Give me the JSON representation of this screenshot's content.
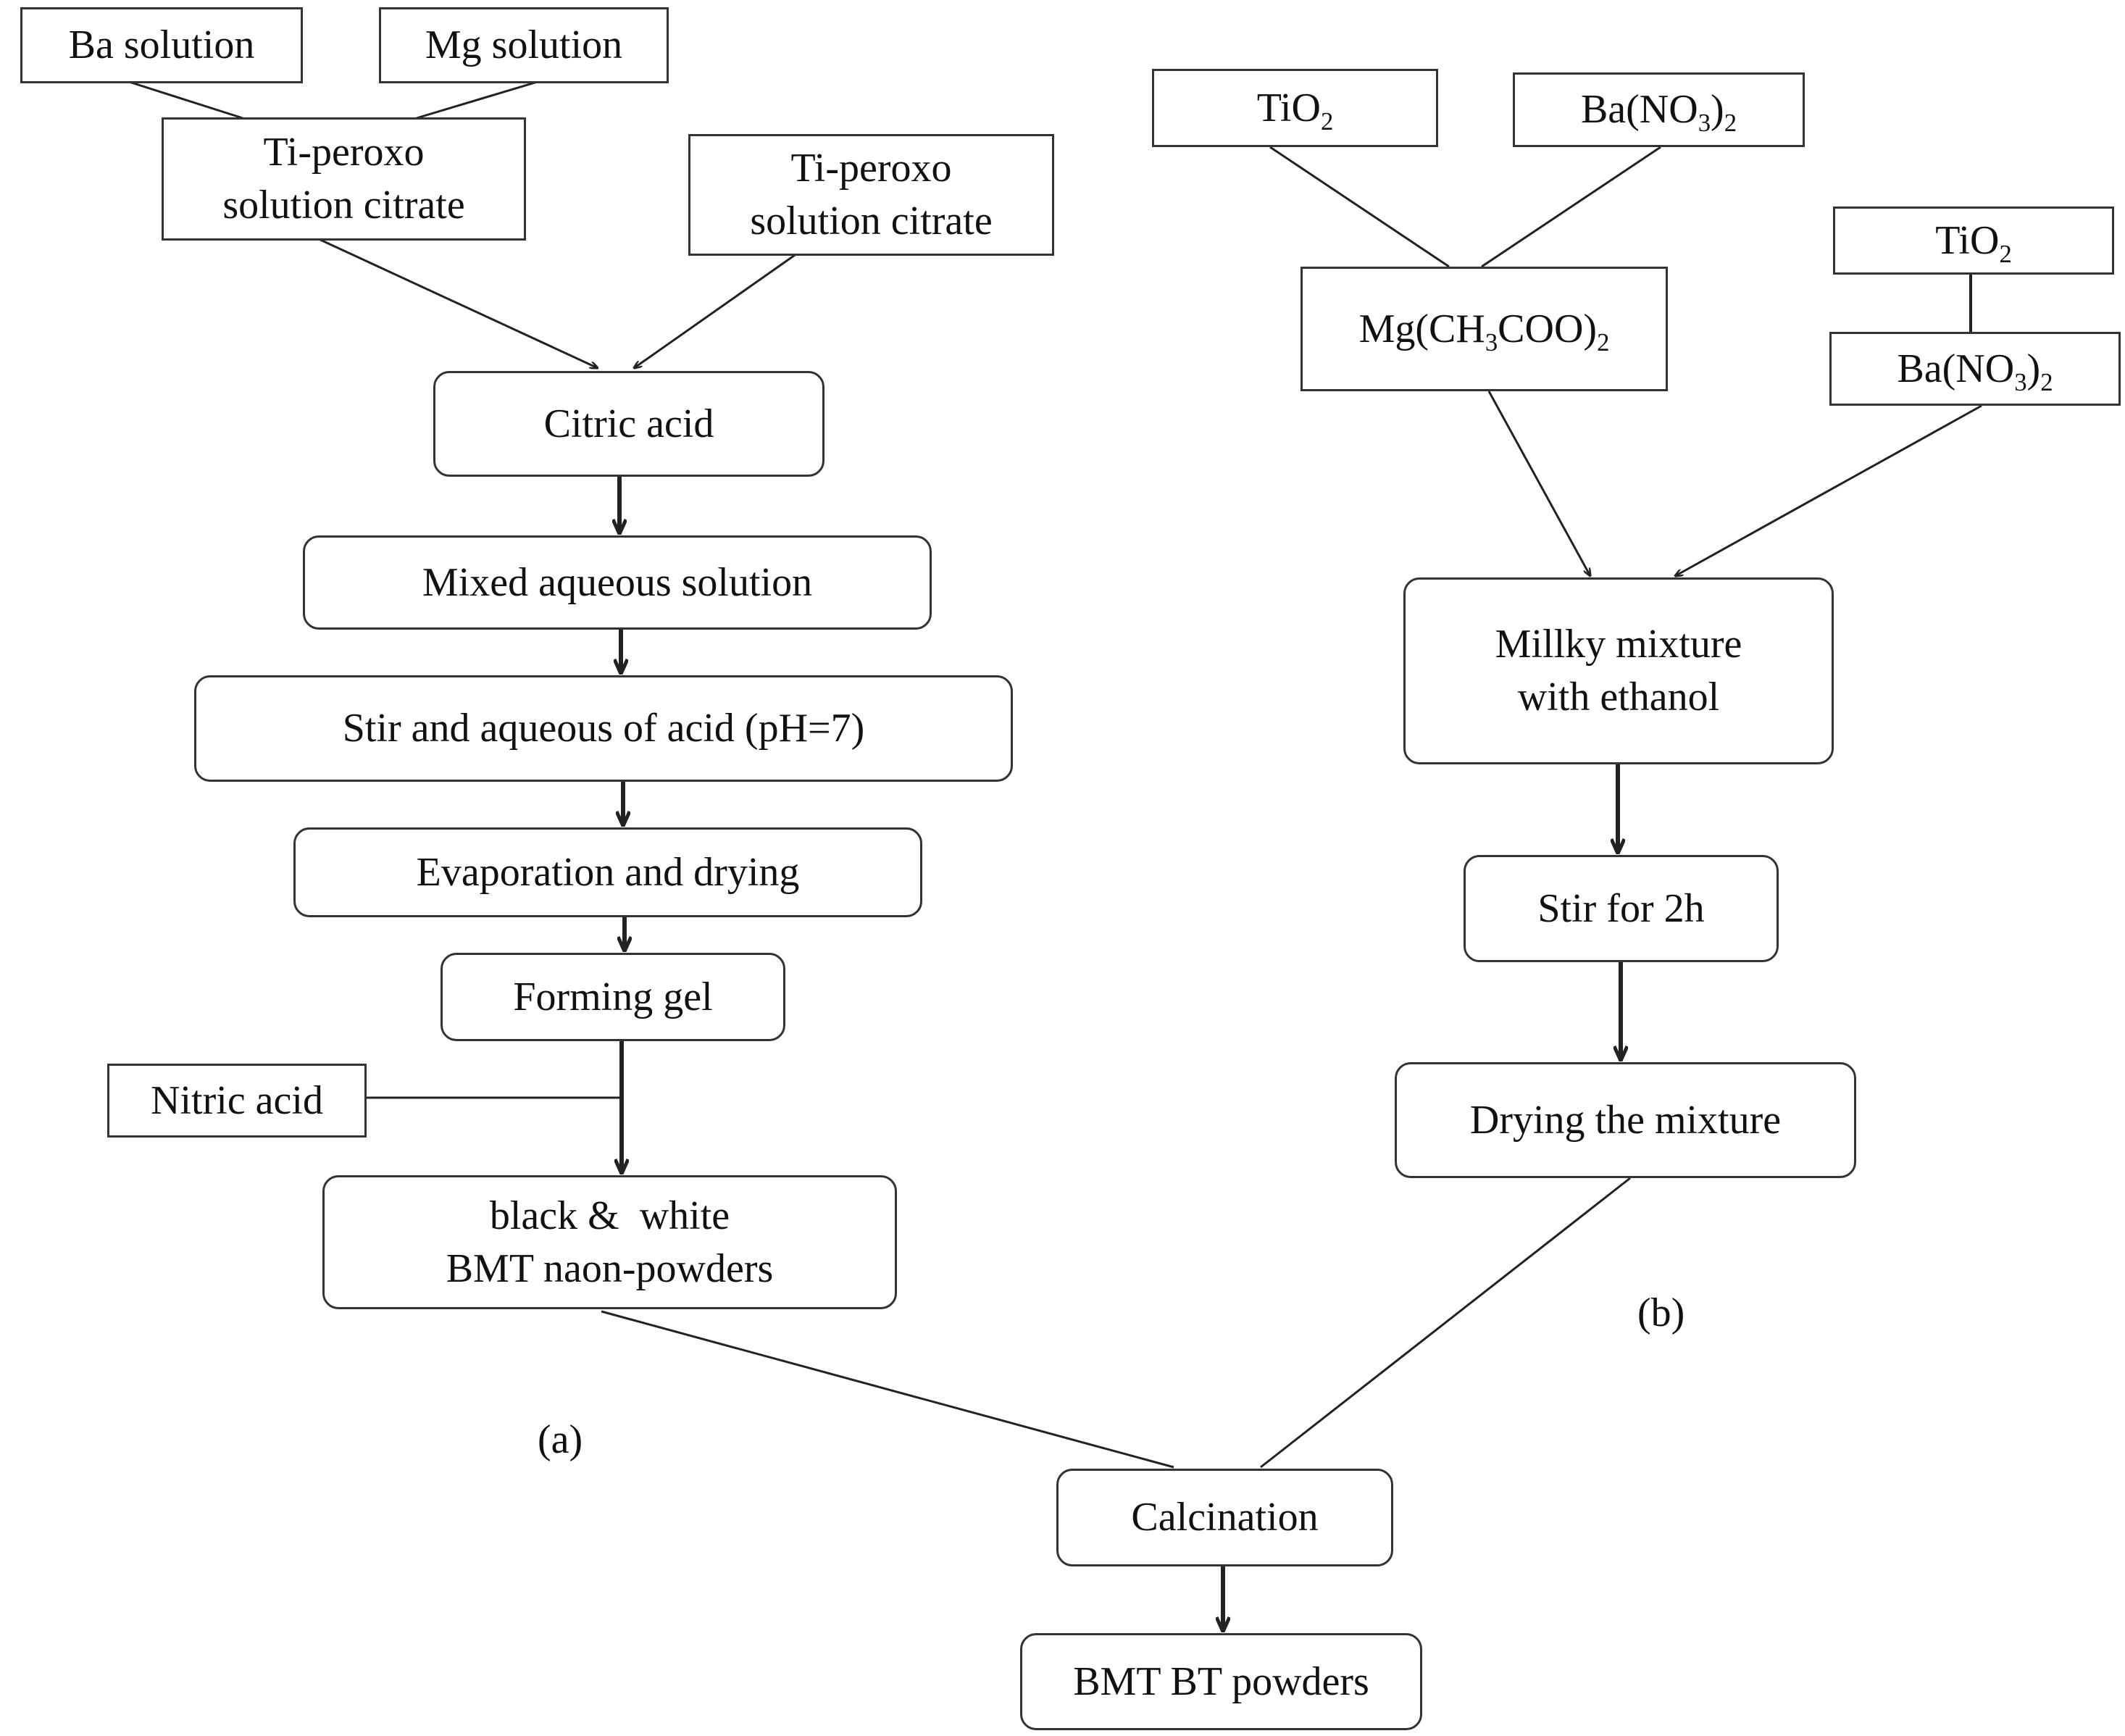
{
  "left_branch": {
    "ba_solution": "Ba solution",
    "mg_solution": "Mg solution",
    "ti_peroxo_1": {
      "line1": "Ti-peroxo",
      "line2": "solution citrate"
    },
    "ti_peroxo_2": {
      "line1": "Ti-peroxo",
      "line2": "solution citrate"
    },
    "citric_acid": "Citric acid",
    "mixed_aqueous": "Mixed aqueous solution",
    "stir_acid": "Stir and aqueous of acid (pH=7)",
    "evaporation": "Evaporation and drying",
    "forming_gel": "Forming gel",
    "nitric_acid": "Nitric acid",
    "bmt_powders": {
      "line1": "black &  white",
      "line2": "BMT naon-powders"
    },
    "label": "(a)"
  },
  "right_branch": {
    "tio2_a": {
      "main": "TiO",
      "sub": "2"
    },
    "bano3_a": {
      "main": "Ba(NO",
      "sub1": "3",
      "close": ")",
      "sub2": "2"
    },
    "mg_acetate": {
      "pre": "Mg(CH",
      "sub1": "3",
      "mid": "COO)",
      "sub2": "2"
    },
    "tio2_b": {
      "main": "TiO",
      "sub": "2"
    },
    "bano3_b": {
      "main": "Ba(NO",
      "sub1": "3",
      "close": ")",
      "sub2": "2"
    },
    "milky": {
      "line1": "Millky mixture",
      "line2": "with ethanol"
    },
    "stir_2h": "Stir for 2h",
    "drying": "Drying the mixture",
    "label": "(b)"
  },
  "final": {
    "calcination": "Calcination",
    "bmt_bt": "BMT BT powders"
  }
}
